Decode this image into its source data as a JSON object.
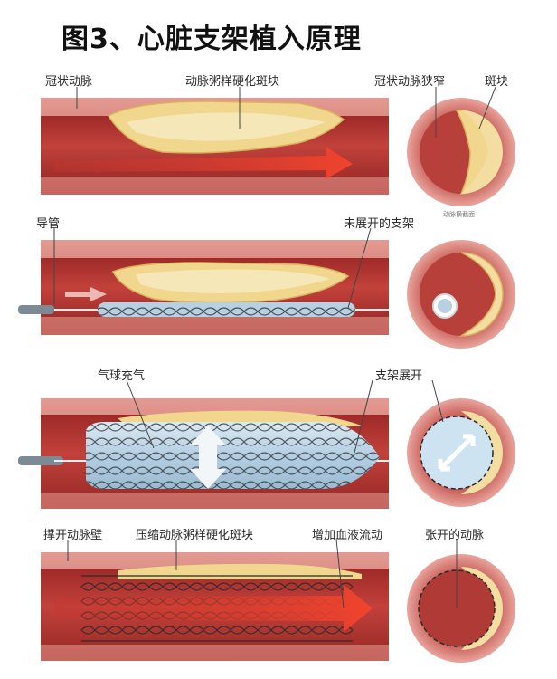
{
  "title": "图3、心脏支架植入原理",
  "panel1": {
    "label_artery": "冠状动脉",
    "label_plaque": "动脉粥样硬化斑块",
    "label_narrowed": "冠状动脉狭窄",
    "label_plaque_short": "斑块",
    "label_cross": "动脉横截面"
  },
  "panel2": {
    "label_catheter": "导管",
    "label_stent": "未展开的支架"
  },
  "panel3": {
    "label_balloon": "气球充气",
    "label_expand": "支架展开"
  },
  "panel4": {
    "label_wall": "撑开动脉壁",
    "label_compress": "压缩动脉粥样硬化斑块",
    "label_flow": "增加血液流动",
    "label_open": "张开的动脉"
  },
  "colors": {
    "vessel_outer": "#d9807a",
    "vessel_inner": "#b83a36",
    "plaque": "#f3dda0",
    "flow": "#e8402c",
    "balloon": "#bcd8ea"
  }
}
